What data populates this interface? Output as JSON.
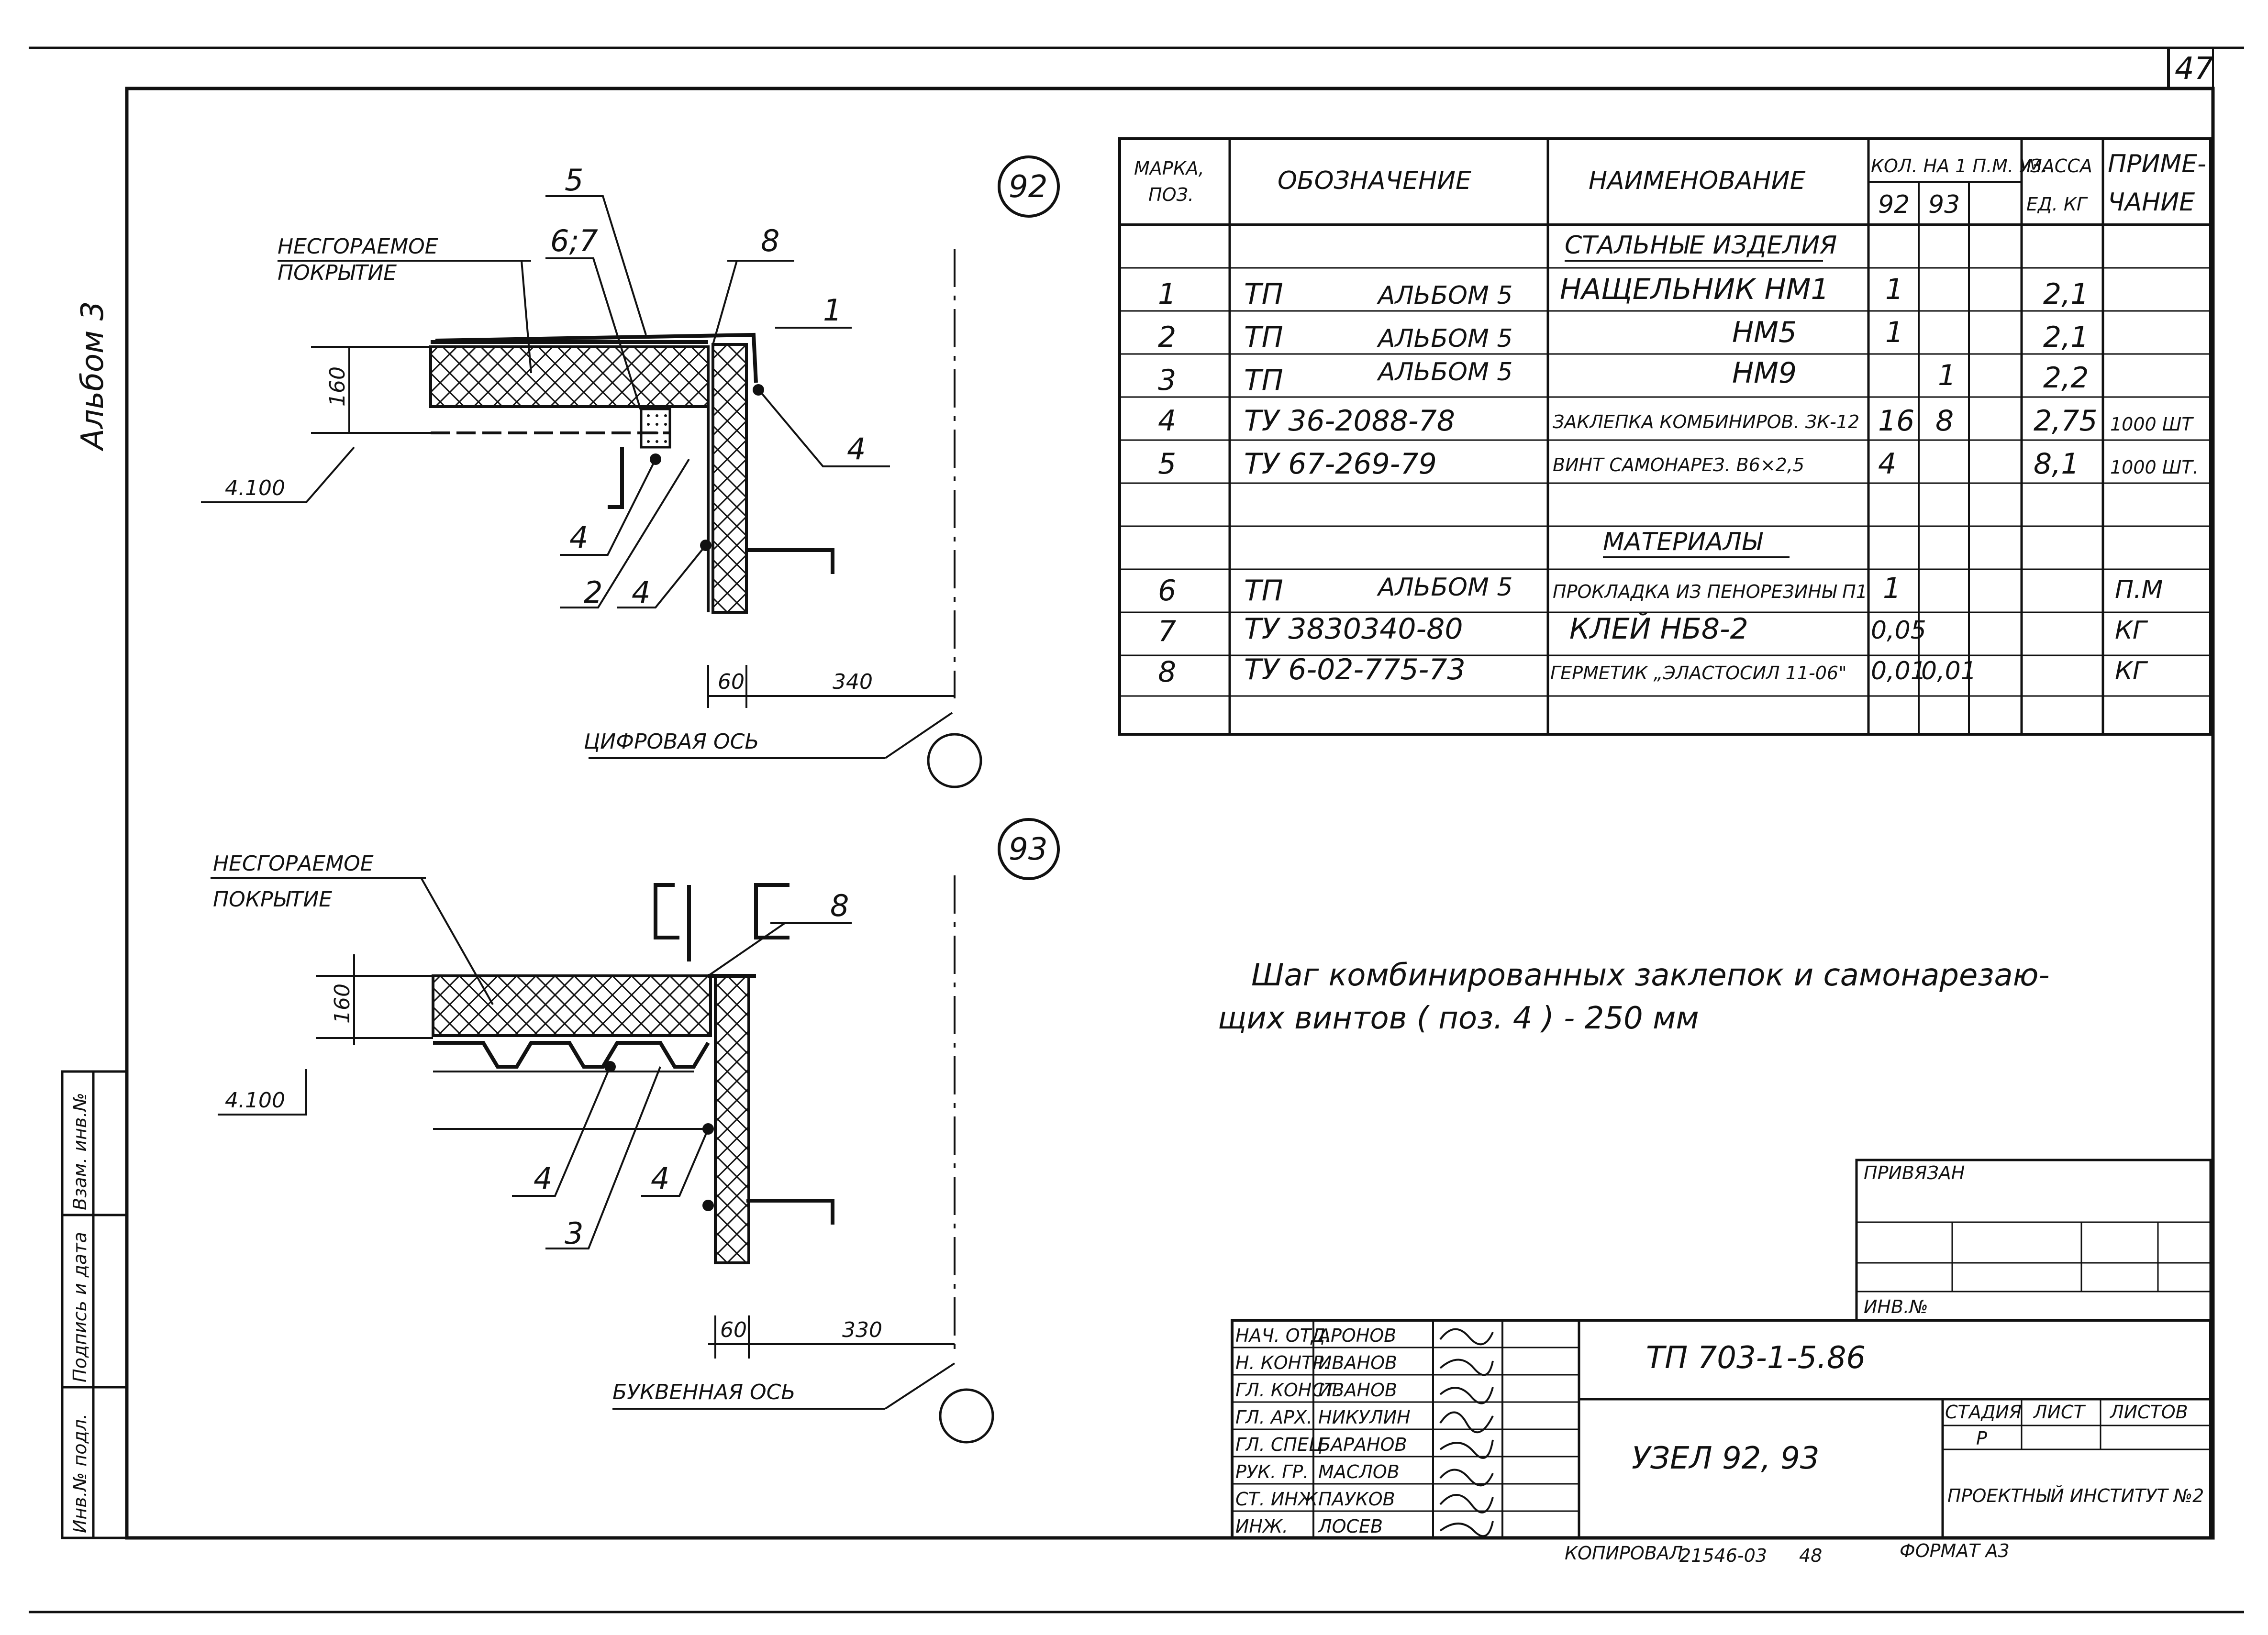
{
  "sheet": {
    "page_number": "47",
    "album": "Альбом 3",
    "side_stamp": [
      "Инв.№ подл.",
      "Подпись и дата",
      "Взам. инв.№"
    ]
  },
  "node92": {
    "number": "92",
    "label_covering": [
      "НЕСГОРАЕМОЕ",
      "ПОКРЫТИЕ"
    ],
    "callouts": [
      "5",
      "6;7",
      "8",
      "1",
      "4",
      "4",
      "2",
      "4"
    ],
    "dim_thickness": "160",
    "level": "4.100",
    "dim_left": "60",
    "dim_right": "340",
    "axis_label": "ЦИФРОВАЯ ОСЬ"
  },
  "node93": {
    "number": "93",
    "label_covering": [
      "НЕСГОРАЕМОЕ",
      "ПОКРЫТИЕ"
    ],
    "callouts": [
      "8",
      "4",
      "4",
      "3"
    ],
    "dim_thickness": "160",
    "level": "4.100",
    "dim_left": "60",
    "dim_right": "330",
    "axis_label": "БУКВЕННАЯ ОСЬ"
  },
  "spec_table": {
    "headers": {
      "mark": [
        "МАРКА,",
        "ПОЗ."
      ],
      "designation": "ОБОЗНАЧЕНИЕ",
      "name": "НАИМЕНОВАНИЕ",
      "qty": "КОЛ. НА 1 П.М. УЗ.",
      "qty_92": "92",
      "qty_93": "93",
      "mass": [
        "МАССА",
        "ЕД. КГ"
      ],
      "note": [
        "ПРИМЕ-",
        "ЧАНИЕ"
      ]
    },
    "section_steel": "СТАЛЬНЫЕ ИЗДЕЛИЯ",
    "section_materials": "МАТЕРИАЛЫ",
    "rows": [
      {
        "pos": "1",
        "doc": "ТП",
        "album": "АЛЬБОМ 5",
        "name": "НАЩЕЛЬНИК НМ1",
        "q92": "1",
        "q93": "",
        "mass": "2,1",
        "note": ""
      },
      {
        "pos": "2",
        "doc": "ТП",
        "album": "АЛЬБОМ 5",
        "name": "НМ5",
        "q92": "1",
        "q93": "",
        "mass": "2,1",
        "note": ""
      },
      {
        "pos": "3",
        "doc": "ТП",
        "album": "АЛЬБОМ 5",
        "name": "НМ9",
        "q92": "",
        "q93": "1",
        "mass": "2,2",
        "note": ""
      },
      {
        "pos": "4",
        "doc": "ТУ 36-2088-78",
        "album": "",
        "name": "ЗАКЛЕПКА КОМБИНИРОВ. ЗК-12",
        "q92": "16",
        "q93": "8",
        "mass": "2,75",
        "note": "1000 ШТ"
      },
      {
        "pos": "5",
        "doc": "ТУ 67-269-79",
        "album": "",
        "name": "ВИНТ САМОНАРЕЗ. В6×2,5",
        "q92": "4",
        "q93": "",
        "mass": "8,1",
        "note": "1000 ШТ."
      },
      {
        "pos": "6",
        "doc": "ТП",
        "album": "АЛЬБОМ 5",
        "name": "ПРОКЛАДКА ИЗ ПЕНОРЕЗИНЫ П1",
        "q92": "1",
        "q93": "",
        "mass": "",
        "note": "П.М"
      },
      {
        "pos": "7",
        "doc": "ТУ 3830340-80",
        "album": "",
        "name": "КЛЕЙ НБ8-2",
        "q92": "0,05",
        "q93": "",
        "mass": "",
        "note": "КГ"
      },
      {
        "pos": "8",
        "doc": "ТУ 6-02-775-73",
        "album": "",
        "name": "ГЕРМЕТИК „ЭЛАСТОСИЛ 11-06\"",
        "q92": "0,01",
        "q93": "0,01",
        "mass": "",
        "note": "КГ"
      }
    ]
  },
  "note_text": [
    "Шаг комбинированных заклепок и самонарезаю-",
    "щих винтов ( поз. 4 ) - 250 мм"
  ],
  "binding_block": {
    "title": "ПРИВЯЗАН",
    "inv_label": "ИНВ.№"
  },
  "title_block": {
    "roles": [
      "НАЧ. ОТД.",
      "Н. КОНТР.",
      "ГЛ. КОНСТ.",
      "ГЛ. АРХ.",
      "ГЛ. СПЕЦ",
      "РУК. ГР.",
      "СТ. ИНЖ.",
      "ИНЖ."
    ],
    "names": [
      "АРОНОВ",
      "ИВАНОВ",
      "ИВАНОВ",
      "НИКУЛИН",
      "БАРАНОВ",
      "МАСЛОВ",
      "ПАУКОВ",
      "ЛОСЕВ"
    ],
    "project": "ТП 703-1-5.86",
    "sheet_title": "УЗЕЛ 92, 93",
    "stage_label": "СТАДИЯ",
    "sheet_label": "ЛИСТ",
    "sheets_label": "ЛИСТОВ",
    "stage_value": "Р",
    "organization": "ПРОЕКТНЫЙ ИНСТИТУТ №2"
  },
  "footer": {
    "copied": "КОПИРОВАЛ",
    "order": "21546-03",
    "num": "48",
    "format": "ФОРМАТ А3"
  }
}
